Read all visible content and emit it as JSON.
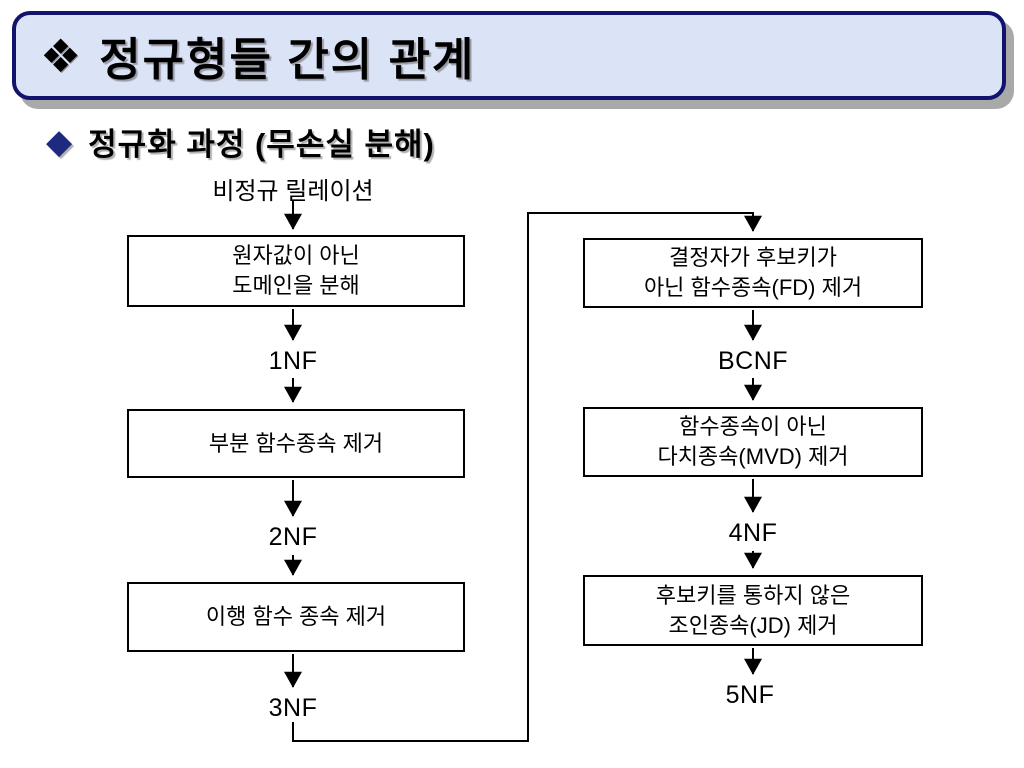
{
  "title_bar": {
    "icon_glyph": "❖",
    "text": "정규형들 간의 관계"
  },
  "subtitle": {
    "bullet_glyph": "◆",
    "text": "정규화 과정 (무손실 분해)"
  },
  "flowchart": {
    "start_label": "비정규 릴레이션",
    "left": {
      "box1": {
        "line1": "원자값이 아닌",
        "line2": "도메인을 분해"
      },
      "label1": "1NF",
      "box2": {
        "line1": "부분 함수종속 제거"
      },
      "label2": "2NF",
      "box3": {
        "line1": "이행 함수 종속 제거"
      },
      "label3": "3NF"
    },
    "right": {
      "box1": {
        "line1": "결정자가 후보키가",
        "line2": "아닌 함수종속(FD) 제거"
      },
      "label1": "BCNF",
      "box2": {
        "line1": "함수종속이 아닌",
        "line2": "다치종속(MVD) 제거"
      },
      "label2": "4NF",
      "box3": {
        "line1": "후보키를 통하지 않은",
        "line2": "조인종속(JD) 제거"
      },
      "label3": "5NF"
    }
  },
  "colors": {
    "title_fill": "#dbe4f6",
    "title_border": "#13136e",
    "title_shadow": "#a9a9a9",
    "bullet_navy": "#1e2a80",
    "flow_line": "#000000",
    "background": "#ffffff"
  }
}
